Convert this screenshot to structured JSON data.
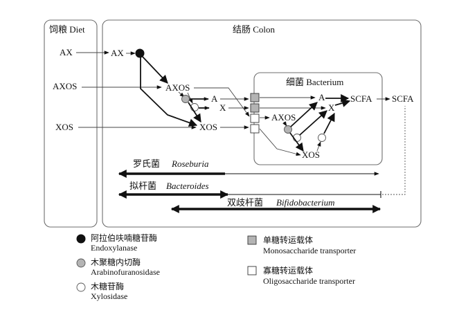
{
  "regions": {
    "diet": "饲粮 Diet",
    "colon": "结肠 Colon",
    "bacterium": "细菌 Bacterium"
  },
  "substrates": {
    "ax": "AX",
    "axos": "AXOS",
    "xos": "XOS",
    "a": "A",
    "x": "X",
    "scfa": "SCFA"
  },
  "bacteria": {
    "roseburia_cn": "罗氏菌",
    "roseburia_latin": "Roseburia",
    "bacteroides_cn": "拟杆菌",
    "bacteroides_latin": "Bacteroides",
    "bifido_cn": "双歧杆菌",
    "bifido_latin": "Bifidobacterium"
  },
  "legend": {
    "endoxylanase_cn": "阿拉伯呋喃糖苷酶",
    "endoxylanase_en": "Endoxylanase",
    "arabino_cn": "木聚糖内切酶",
    "arabino_en": "Arabinofuranosidase",
    "xylosidase_cn": "木糖苷酶",
    "xylosidase_en": "Xylosidase",
    "mono_cn": "单糖转运载体",
    "mono_en": "Monosaccharide transporter",
    "oligo_cn": "寡糖转运载体",
    "oligo_en": "Oligosaccharide transporter"
  },
  "colors": {
    "endoxylanase": "#111111",
    "arabinofuranosidase": "#b4b4b4",
    "xylosidase": "#ffffff",
    "mono_transporter": "#b4b4b4",
    "oligo_transporter": "#ffffff"
  }
}
